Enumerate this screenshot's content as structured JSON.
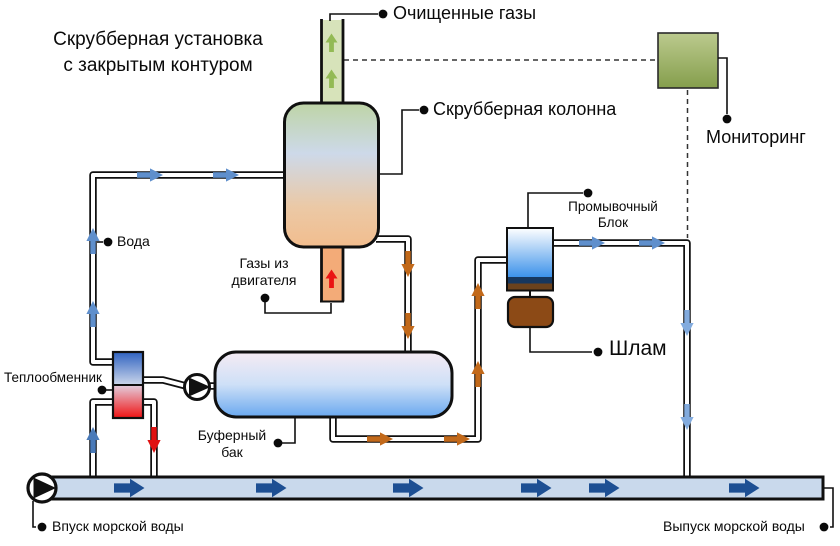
{
  "diagram_title": {
    "line1": "Скрубберная установка",
    "line2": "с закрытым контуром"
  },
  "labels": {
    "clean_gases": "Очищенные газы",
    "scrubber_column": "Скрубберная колонна",
    "monitoring": "Мониторинг",
    "water": "Вода",
    "engine_gases": {
      "line1": "Газы из",
      "line2": "двигателя"
    },
    "wash_block": {
      "line1": "Промывочный",
      "line2": "Блок"
    },
    "sludge": "Шлам",
    "heat_exchanger": "Теплообменник",
    "buffer_tank": {
      "line1": "Буферный",
      "line2": "бак"
    },
    "sea_water_inlet": "Впуск морской воды",
    "sea_water_outlet": "Выпуск морской воды"
  },
  "colors": {
    "clean_gas_arrow": "#93ba55",
    "exhaust_gas_arrow": "#ea1414",
    "wash_water_arrow": "#5f8fcc",
    "sea_water_arrow": "#1d4f93",
    "waste_water_arrow": "#c2691a",
    "hot_return_arrow": "#e01212",
    "monitoring_box": "#8ca254",
    "sludge_box": "#8c4a16",
    "sea_pipe_fill": "#c9d9ec"
  }
}
